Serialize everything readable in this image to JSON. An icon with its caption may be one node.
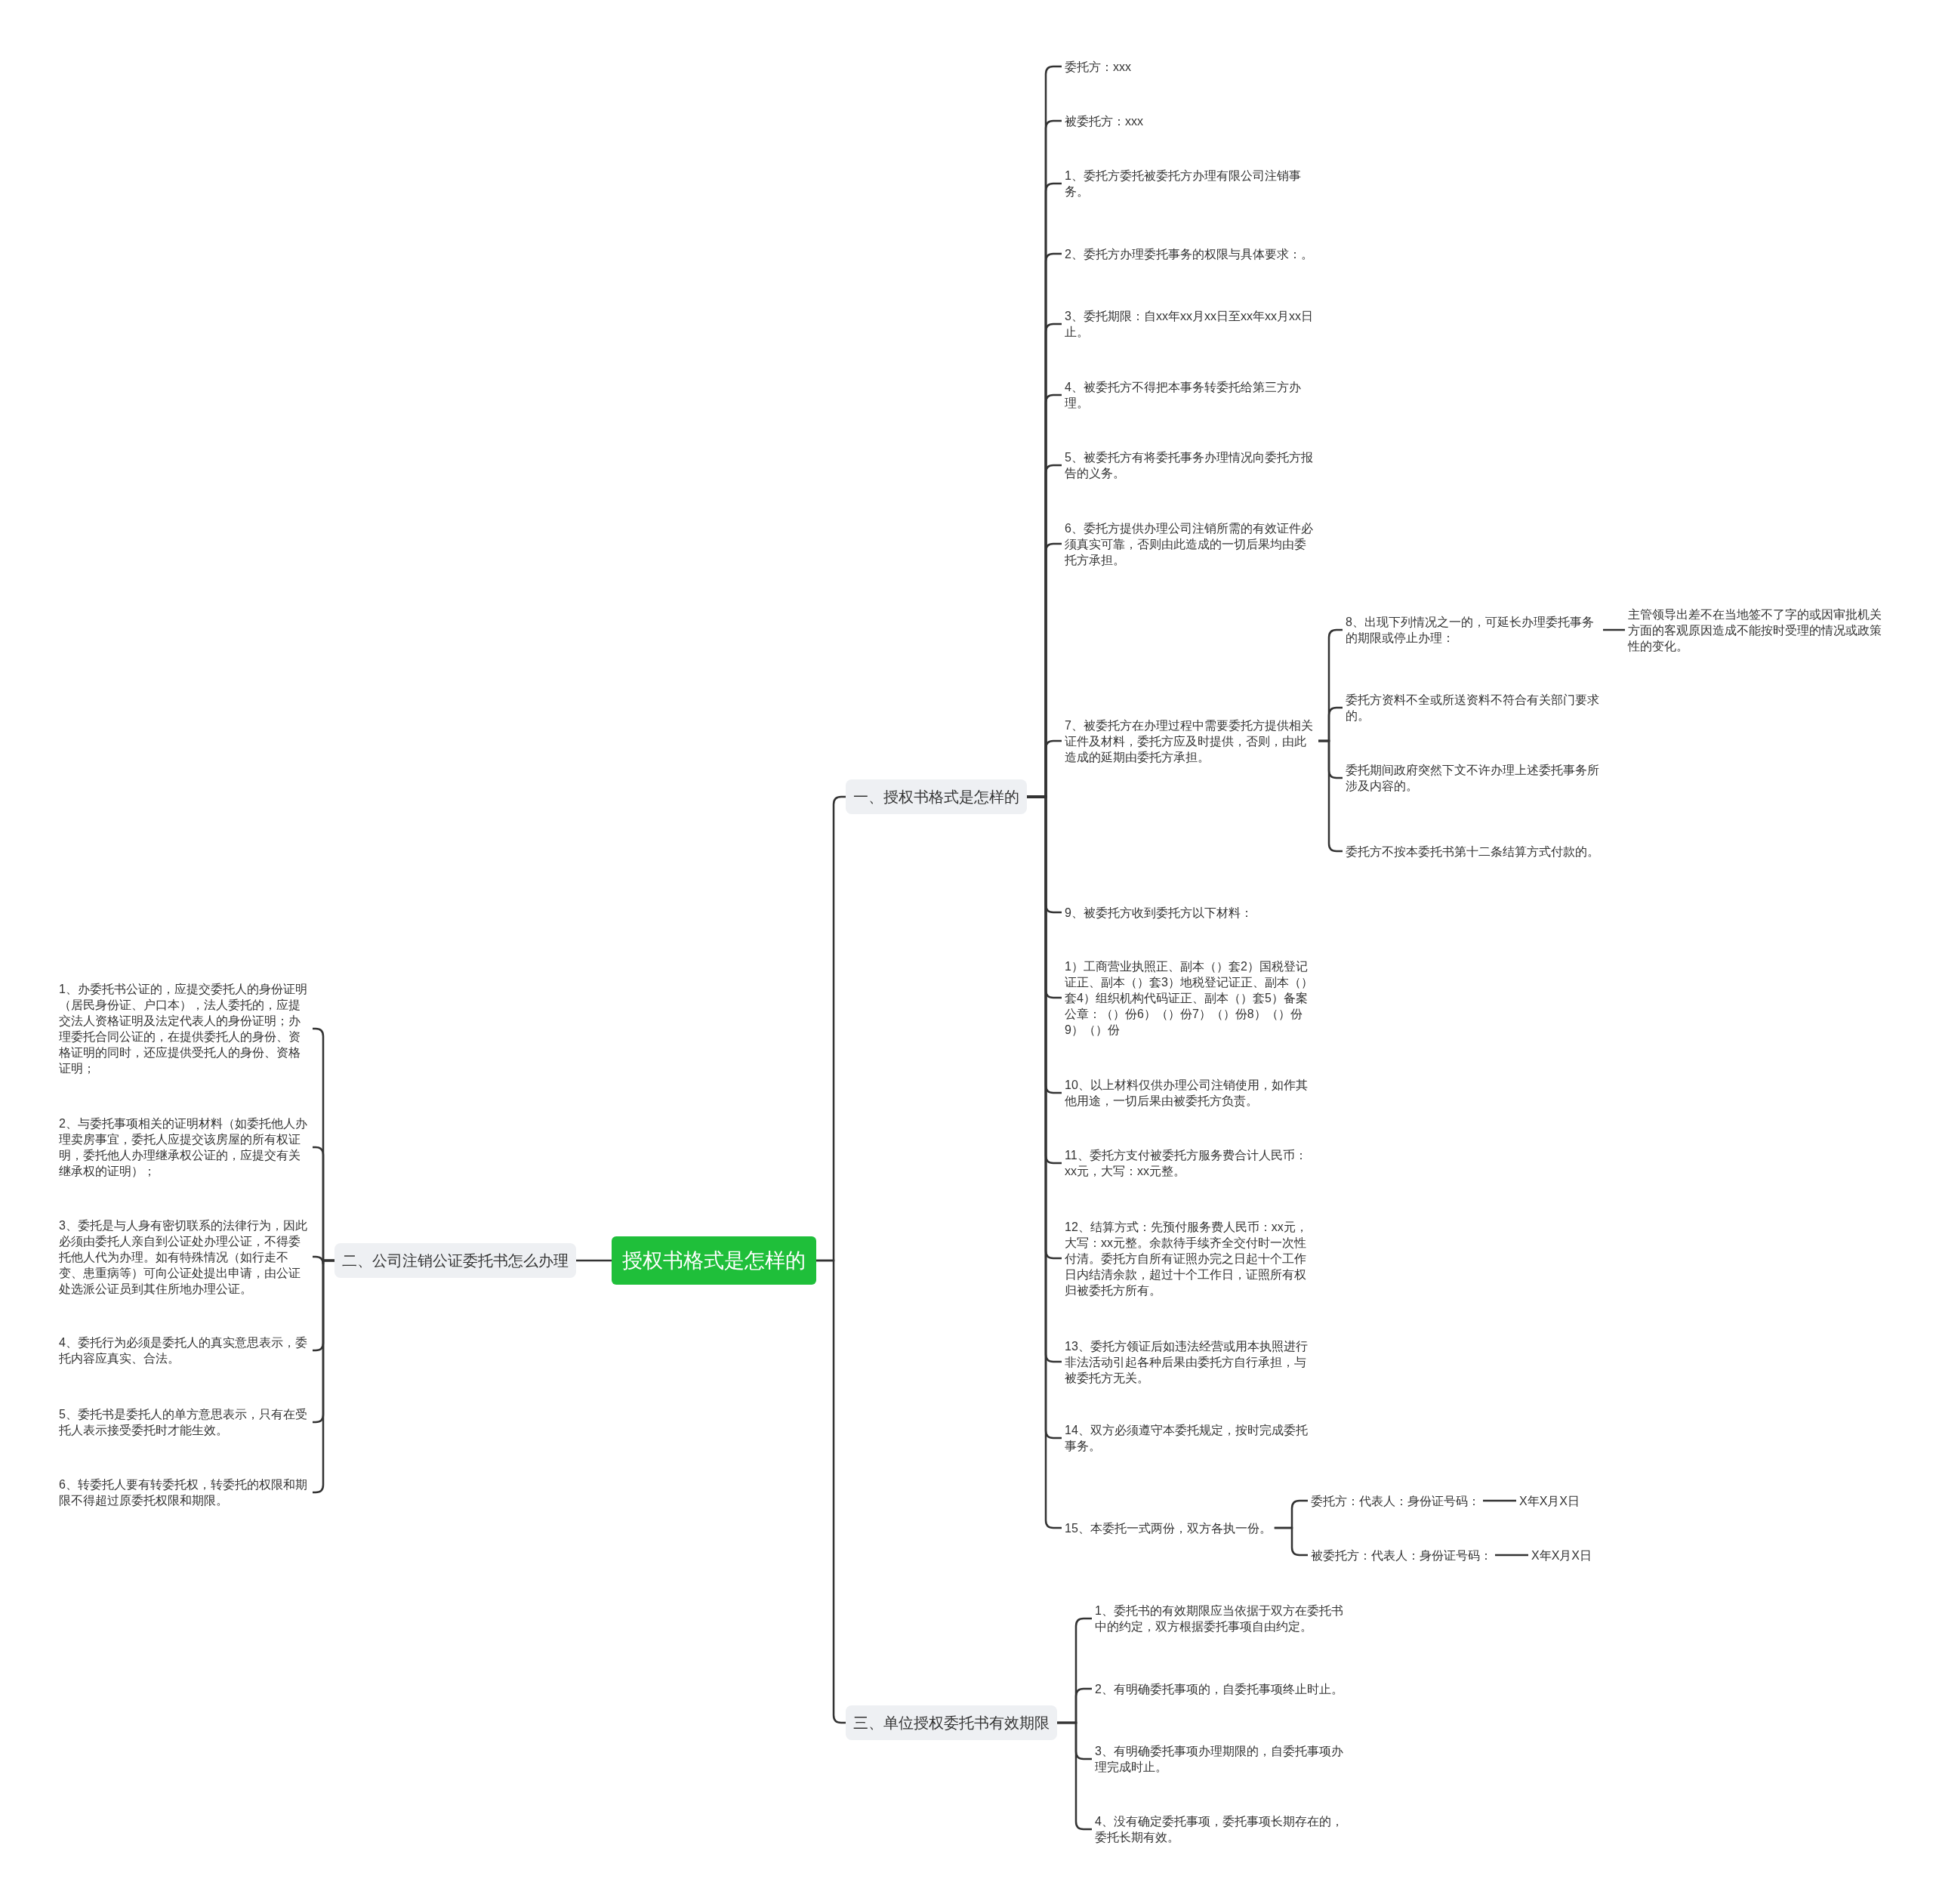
{
  "diagram": {
    "nodes": [
      {
        "text": [
          "授权书格式是怎样的"
        ]
      },
      {
        "text": [
          "一、授权书格式是怎样的"
        ]
      },
      {
        "text": [
          "委托方：xxx"
        ]
      },
      {
        "text": [
          "被委托方：xxx"
        ]
      },
      {
        "text": [
          "1、委托方委托被委托方办理有限公司注销事务。"
        ]
      },
      {
        "text": [
          "2、委托方办理委托事务的权限与具体要求：。"
        ]
      },
      {
        "text": [
          "3、委托期限：自xx年xx月xx日至xx年xx月xx日止。"
        ]
      },
      {
        "text": [
          "4、被委托方不得把本事务转委托给第三方办理。"
        ]
      },
      {
        "text": [
          "5、被委托方有将委托事务办理情况向委托方报告的义务。"
        ]
      },
      {
        "text": [
          "6、委托方提供办理公司注销所需的有效证件必须真实可靠，否则由此造成的一切后果均由委托方承担。"
        ]
      },
      {
        "text": [
          "7、被委托方在办理过程中需要委托方提供相关证件及材料，委托方应及时提供，否则，由此造成的延期由委托方承担。"
        ]
      },
      {
        "text": [
          "8、出现下列情况之一的，可延长办理委托事务的期限或停止办理："
        ]
      },
      {
        "text": [
          "主管领导出差不在当地签不了字的或因审批机关方面的客观原因造成不能按时受理的情况或政策性的变化。"
        ]
      },
      {
        "text": [
          "委托方资料不全或所送资料不符合有关部门要求的。"
        ]
      },
      {
        "text": [
          "委托期间政府突然下文不许办理上述委托事务所涉及内容的。"
        ]
      },
      {
        "text": [
          "委托方不按本委托书第十二条结算方式付款的。"
        ]
      },
      {
        "text": [
          "9、被委托方收到委托方以下材料："
        ]
      },
      {
        "text": [
          "1）工商营业执照正、副本（）套2）国税登记证正、副本（）套3）地税登记证正、副本（）套4）组织机构代码证正、副本（）套5）备案公章：（）份6）（）份7）（）份8）（）份9）（）份"
        ]
      },
      {
        "text": [
          "10、以上材料仅供办理公司注销使用，如作其他用途，一切后果由被委托方负责。"
        ]
      },
      {
        "text": [
          "11、委托方支付被委托方服务费合计人民币：xx元，大写：xx元整。"
        ]
      },
      {
        "text": [
          "12、结算方式：先预付服务费人民币：xx元，大写：xx元整。余款待手续齐全交付时一次性付清。委托方自所有证照办完之日起十个工作日内结清余款，超过十个工作日，证照所有权归被委托方所有。"
        ]
      },
      {
        "text": [
          "13、委托方领证后如违法经营或用本执照进行非法活动引起各种后果由委托方自行承担，与被委托方无关。"
        ]
      },
      {
        "text": [
          "14、双方必须遵守本委托规定，按时完成委托事务。"
        ]
      },
      {
        "text": [
          "15、本委托一式两份，双方各执一份。"
        ]
      },
      {
        "text": [
          "委托方：代表人：身份证号码："
        ]
      },
      {
        "text": [
          "X年X月X日"
        ]
      },
      {
        "text": [
          "被委托方：代表人：身份证号码："
        ]
      },
      {
        "text": [
          "X年X月X日"
        ]
      },
      {
        "text": [
          "二、公司注销公证委托书怎么办理"
        ]
      },
      {
        "text": [
          "1、办委托书公证的，应提交委托人的身份证明（居民身份证、户口本），法人委托的，应提交法人资格证明及法定代表人的身份证明；办理委托合同公证的，在提供委托人的身份、资格证明的同时，还应提供受托人的身份、资格证明；"
        ]
      },
      {
        "text": [
          "2、与委托事项相关的证明材料（如委托他人办理卖房事宜，委托人应提交该房屋的所有权证明，委托他人办理继承权公证的，应提交有关继承权的证明）；"
        ]
      },
      {
        "text": [
          "3、委托是与人身有密切联系的法律行为，因此必须由委托人亲自到公证处办理公证，不得委托他人代为办理。如有特殊情况（如行走不变、患重病等）可向公证处提出申请，由公证处选派公证员到其住所地办理公证。"
        ]
      },
      {
        "text": [
          "4、委托行为必须是委托人的真实意思表示，委托内容应真实、合法。"
        ]
      },
      {
        "text": [
          "5、委托书是委托人的单方意思表示，只有在受托人表示接受委托时才能生效。"
        ]
      },
      {
        "text": [
          "6、转委托人要有转委托权，转委托的权限和期限不得超过原委托权限和期限。"
        ]
      },
      {
        "text": [
          "三、单位授权委托书有效期限"
        ]
      },
      {
        "text": [
          "1、委托书的有效期限应当依据于双方在委托书中的约定，双方根据委托事项自由约定。"
        ]
      },
      {
        "text": [
          "2、有明确委托事项的，自委托事项终止时止。"
        ]
      },
      {
        "text": [
          "3、有明确委托事项办理期限的，自委托事项办理完成时止。"
        ]
      },
      {
        "text": [
          "4、没有确定委托事项，委托事项长期存在的，委托长期有效。"
        ]
      }
    ],
    "edges": [
      {
        "from": 0,
        "to": 1,
        "arrow": "none"
      },
      {
        "from": 1,
        "to": 2,
        "arrow": "none"
      },
      {
        "from": 1,
        "to": 3,
        "arrow": "none"
      },
      {
        "from": 1,
        "to": 4,
        "arrow": "none"
      },
      {
        "from": 1,
        "to": 5,
        "arrow": "none"
      },
      {
        "from": 1,
        "to": 6,
        "arrow": "none"
      },
      {
        "from": 1,
        "to": 7,
        "arrow": "none"
      },
      {
        "from": 1,
        "to": 8,
        "arrow": "none"
      },
      {
        "from": 1,
        "to": 9,
        "arrow": "none"
      },
      {
        "from": 1,
        "to": 10,
        "arrow": "none"
      },
      {
        "from": 10,
        "to": 11,
        "arrow": "none"
      },
      {
        "from": 11,
        "to": 12,
        "arrow": "none"
      },
      {
        "from": 10,
        "to": 13,
        "arrow": "none"
      },
      {
        "from": 10,
        "to": 14,
        "arrow": "none"
      },
      {
        "from": 10,
        "to": 15,
        "arrow": "none"
      },
      {
        "from": 1,
        "to": 16,
        "arrow": "none"
      },
      {
        "from": 1,
        "to": 17,
        "arrow": "none"
      },
      {
        "from": 1,
        "to": 18,
        "arrow": "none"
      },
      {
        "from": 1,
        "to": 19,
        "arrow": "none"
      },
      {
        "from": 1,
        "to": 20,
        "arrow": "none"
      },
      {
        "from": 1,
        "to": 21,
        "arrow": "none"
      },
      {
        "from": 1,
        "to": 22,
        "arrow": "none"
      },
      {
        "from": 1,
        "to": 23,
        "arrow": "none"
      },
      {
        "from": 23,
        "to": 24,
        "arrow": "none"
      },
      {
        "from": 24,
        "to": 25,
        "arrow": "none"
      },
      {
        "from": 23,
        "to": 26,
        "arrow": "none"
      },
      {
        "from": 26,
        "to": 27,
        "arrow": "none"
      },
      {
        "from": 0,
        "to": 28,
        "arrow": "none"
      },
      {
        "from": 28,
        "to": 29,
        "arrow": "none"
      },
      {
        "from": 28,
        "to": 30,
        "arrow": "none"
      },
      {
        "from": 28,
        "to": 31,
        "arrow": "none"
      },
      {
        "from": 28,
        "to": 32,
        "arrow": "none"
      },
      {
        "from": 28,
        "to": 33,
        "arrow": "none"
      },
      {
        "from": 28,
        "to": 34,
        "arrow": "none"
      },
      {
        "from": 0,
        "to": 35,
        "arrow": "none"
      },
      {
        "from": 35,
        "to": 36,
        "arrow": "none"
      },
      {
        "from": 35,
        "to": 37,
        "arrow": "none"
      },
      {
        "from": 35,
        "to": 38,
        "arrow": "none"
      },
      {
        "from": 35,
        "to": 39,
        "arrow": "none"
      }
    ]
  }
}
